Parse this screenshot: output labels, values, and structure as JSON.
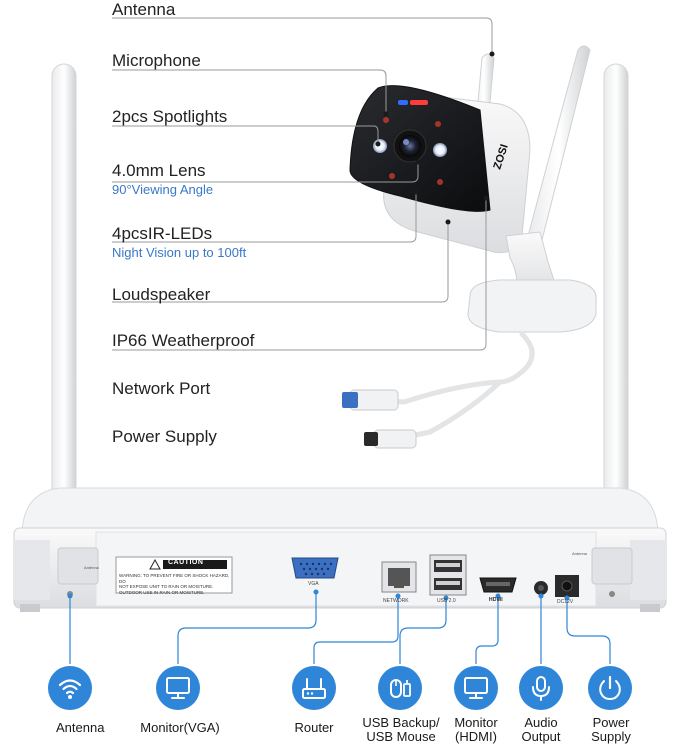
{
  "labels": [
    {
      "title": "Antenna"
    },
    {
      "title": "Microphone"
    },
    {
      "title": "2pcs Spotlights"
    },
    {
      "title": "4.0mm Lens",
      "sub": "90°Viewing Angle"
    },
    {
      "title": "4pcsIR-LEDs",
      "sub": "Night Vision up to 100ft"
    },
    {
      "title": "Loudspeaker"
    },
    {
      "title": "IP66 Weatherproof"
    },
    {
      "title": "Network Port"
    },
    {
      "title": "Power Supply"
    }
  ],
  "camera": {
    "brand": "ZOSI"
  },
  "nvr": {
    "caution_title": "CAUTION",
    "caution_text_1": "WARNING: TO PREVENT FIRE OR SHOCK HAZARD, DO",
    "caution_text_2": "NOT EXPOSE UNIT TO RAIN OR MOISTURE.",
    "caution_text_3": "OUTDOOR USE IN RAIN OR MOISTURE.",
    "antenna_mark": "Antenna",
    "ports": {
      "vga": "VGA",
      "network": "NETWORK",
      "usb": "USB 2.0",
      "hdmi": "HDMI",
      "dc": "DC12V"
    }
  },
  "bottom_items": [
    {
      "line1": "Antenna",
      "line2": "",
      "icon": "wifi-icon"
    },
    {
      "line1": "Monitor(VGA)",
      "line2": "",
      "icon": "monitor-icon"
    },
    {
      "line1": "Router",
      "line2": "",
      "icon": "router-icon"
    },
    {
      "line1": "USB Backup/",
      "line2": "USB Mouse",
      "icon": "usb-mouse-icon"
    },
    {
      "line1": "Monitor",
      "line2": "(HDMI)",
      "icon": "monitor-icon"
    },
    {
      "line1": "Audio",
      "line2": "Output",
      "icon": "microphone-icon"
    },
    {
      "line1": "Power",
      "line2": "Supply",
      "icon": "power-icon"
    }
  ],
  "colors": {
    "accent": "#2f86d8",
    "sub_text": "#3a78c8",
    "leader_line": "#9a9a9a"
  }
}
